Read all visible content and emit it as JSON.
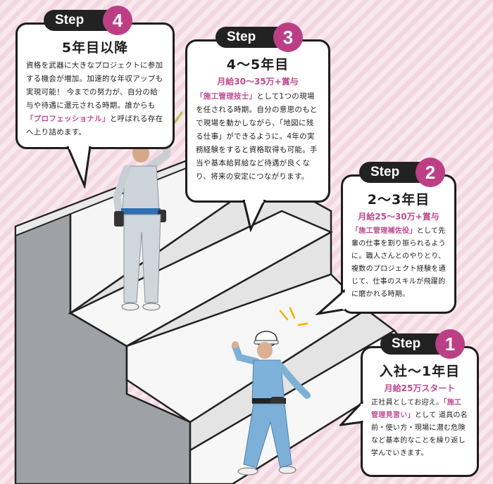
{
  "steps": [
    {
      "label": "Step",
      "number": "1",
      "title": "入社〜1年目",
      "salary": "月給25万スタート",
      "text_before": "正社員としてお迎え。",
      "highlight": "「施工管理見習い」",
      "text_after": "として 道具の名前・使い方・現場に潜む危険など基本的なことを繰り返し学んでいきます。"
    },
    {
      "label": "Step",
      "number": "2",
      "title": "2〜3年目",
      "salary": "月給25〜30万+賞与",
      "text_before": "",
      "highlight": "「施工管理補佐役」",
      "text_after": "として先輩の仕事を割り振られるように。職人さんとのやりとり、複数のプロジェクト経験を通じて、仕事のスキルが飛躍的に磨かれる時期。"
    },
    {
      "label": "Step",
      "number": "3",
      "title": "4〜5年目",
      "salary": "月給30〜35万+賞与",
      "text_before": "",
      "highlight": "「施工管理技士」",
      "text_after": "として1つの現場を任される時期。自分の意思のもとで現場を動かしながら、「地図に残る仕事」ができるように。4年の実務経験をすると資格取得も可能。手当や基本給昇給など待遇が良くなり、将来の安定につながります。"
    },
    {
      "label": "Step",
      "number": "4",
      "title": "5年目以降",
      "salary": "",
      "text_before": "資格を武器に大きなプロジェクトに参加する機会が増加。加速的な年収アップも実現可能！ 今までの努力が、自分の給与や待遇に還元される時期。誰からも",
      "highlight": "「プロフェッショナル」",
      "text_after": "と呼ばれる存在へ上り詰めます。"
    }
  ],
  "colors": {
    "accent": "#c04a8f",
    "badge": "#222222",
    "background": "#f3d7e0",
    "stair_top": "#f7f7f7",
    "stair_front": "#e4e4e4",
    "stair_side": "#9ea2a6"
  }
}
